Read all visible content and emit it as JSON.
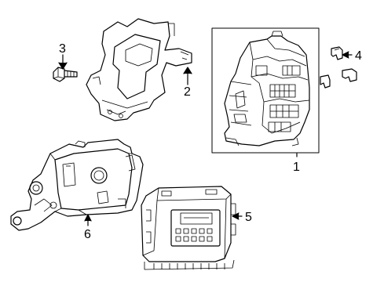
{
  "callouts": [
    {
      "id": "1",
      "part": "fuse-box-assembly"
    },
    {
      "id": "2",
      "part": "mounting-bracket"
    },
    {
      "id": "3",
      "part": "bolt"
    },
    {
      "id": "4",
      "part": "fuse-clips"
    },
    {
      "id": "5",
      "part": "control-module"
    },
    {
      "id": "6",
      "part": "module-bracket"
    }
  ]
}
